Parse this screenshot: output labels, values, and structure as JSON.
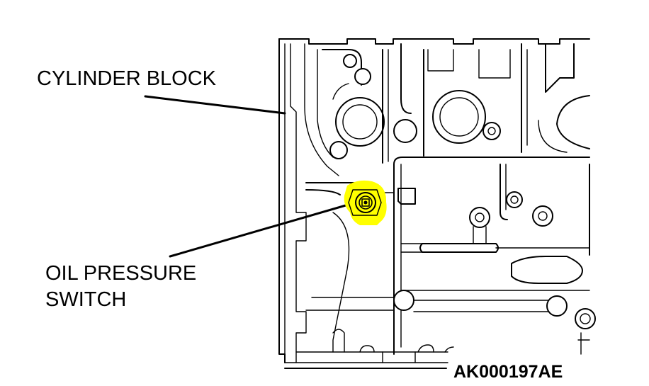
{
  "labels": {
    "cylinder_block": "CYLINDER BLOCK",
    "oil_pressure_line1": "OIL PRESSURE",
    "oil_pressure_line2": "SWITCH",
    "figure_code": "AK000197AE"
  },
  "colors": {
    "highlight": "#ffff00",
    "ink": "#000000",
    "background": "#ffffff"
  }
}
